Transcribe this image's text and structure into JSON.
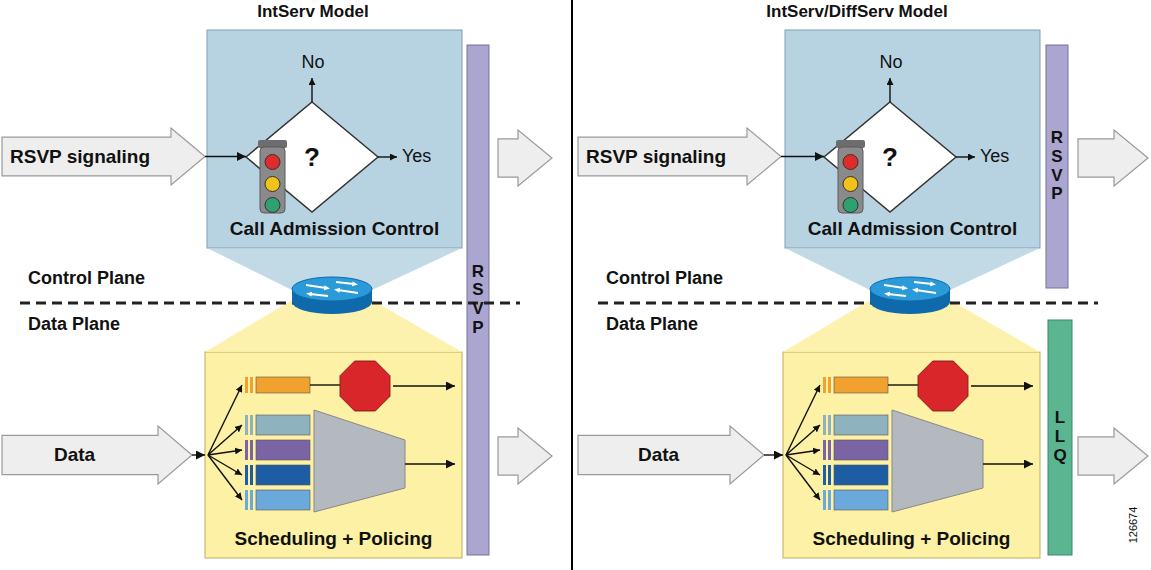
{
  "diagram": {
    "nodes": [
      {
        "text": [
          "RSVP signaling"
        ]
      },
      {
        "text": [
          "Call Admission Control"
        ]
      },
      {
        "text": [
          "?"
        ],
        "in": 1
      },
      {
        "text": [
          "RSVP"
        ]
      },
      {
        "text": [
          "Data"
        ]
      },
      {
        "text": [
          "Scheduling + Policing"
        ]
      },
      {
        "text": [
          "RSVP signaling"
        ]
      },
      {
        "text": [
          "Call Admission Control"
        ]
      },
      {
        "text": [
          "?"
        ],
        "in": 7
      },
      {
        "text": [
          "RSVP"
        ]
      },
      {
        "text": [
          "Data"
        ]
      },
      {
        "text": [
          "Scheduling + Policing"
        ]
      },
      {
        "text": [
          "LLQ"
        ]
      }
    ],
    "edges": [
      {
        "from": 0,
        "to": 2,
        "arrow": "to"
      },
      {
        "from": 4,
        "to": 5,
        "arrow": "to"
      },
      {
        "from": 6,
        "to": 8,
        "arrow": "to"
      },
      {
        "from": 10,
        "to": 11,
        "arrow": "to"
      }
    ],
    "labels": [
      "IntServ Model",
      "IntServ/DiffServ Model",
      "No",
      "Yes",
      "Control Plane",
      "Data Plane",
      "No",
      "Yes",
      "Control Plane",
      "Data Plane",
      "126674"
    ]
  }
}
